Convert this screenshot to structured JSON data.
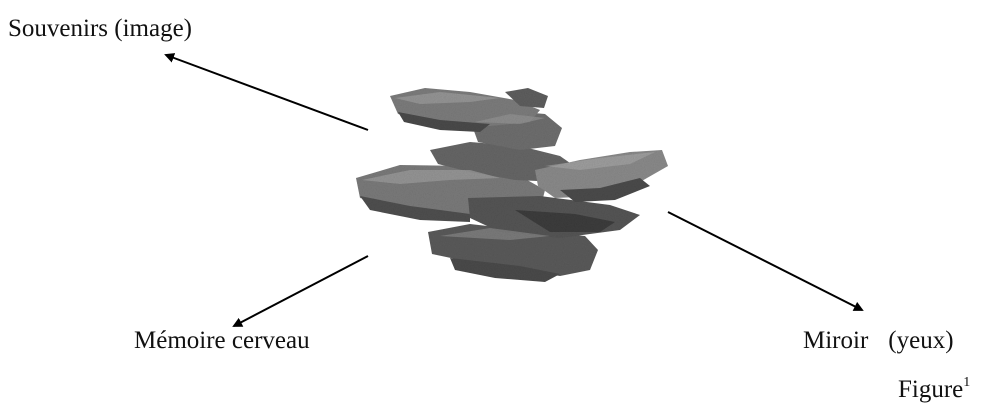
{
  "labels": {
    "souvenirs": "Souvenirs (image)",
    "memoire": "Mémoire cerveau",
    "miroir_word": "Miroir",
    "miroir_paren": "(yeux)",
    "figure": "Figure",
    "figure_note": "1"
  },
  "image": {
    "subject": "stacked stone slabs (rock pile)",
    "tone": "grayscale"
  },
  "colors": {
    "text": "#111111",
    "arrow": "#000000",
    "rock_dark": "#3a3a3a",
    "rock_mid": "#6b6b6b",
    "rock_light": "#9a9a9a"
  }
}
